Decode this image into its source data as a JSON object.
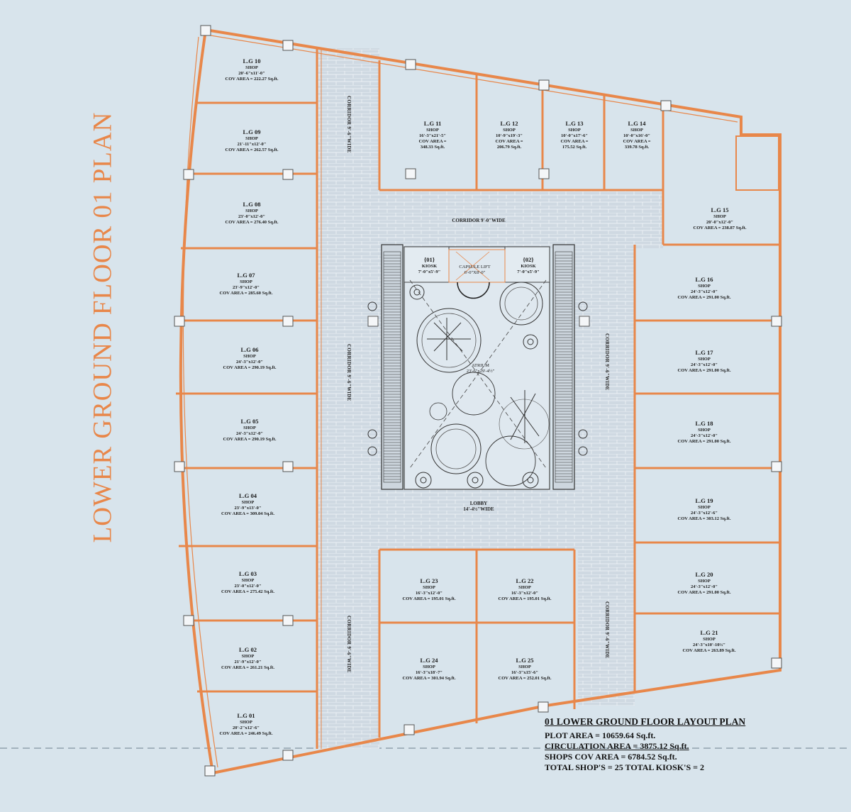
{
  "side_title": "LOWER GROUND FLOOR 01 PLAN",
  "colors": {
    "background": "#d8e4ec",
    "wall": "#e8874a",
    "corridor": "#cfd9e2",
    "brick_line": "#ffffff",
    "text": "#1a1a1a"
  },
  "shops": [
    {
      "name": "L.G 10",
      "type": "SHOP",
      "size": "20'-6\"x11'-0\"",
      "area": "COV AREA = 222.27 Sq.ft."
    },
    {
      "name": "L.G 09",
      "type": "SHOP",
      "size": "21'-11\"x12'-0\"",
      "area": "COV AREA = 262.57 Sq.ft."
    },
    {
      "name": "L.G 08",
      "type": "SHOP",
      "size": "23'-0\"x12'-0\"",
      "area": "COV AREA = 276.40 Sq.ft."
    },
    {
      "name": "L.G 07",
      "type": "SHOP",
      "size": "23'-9\"x12'-0\"",
      "area": "COV AREA = 285.60 Sq.ft."
    },
    {
      "name": "L.G 06",
      "type": "SHOP",
      "size": "24'-3\"x12'-0\"",
      "area": "COV AREA = 290.19 Sq.ft."
    },
    {
      "name": "L.G 05",
      "type": "SHOP",
      "size": "24'-3\"x12'-0\"",
      "area": "COV AREA = 290.19 Sq.ft."
    },
    {
      "name": "L.G 04",
      "type": "SHOP",
      "size": "23'-9\"x13'-0\"",
      "area": "COV AREA = 309.04 Sq.ft."
    },
    {
      "name": "L.G 03",
      "type": "SHOP",
      "size": "23'-0\"x12'-0\"",
      "area": "COV AREA = 275.42 Sq.ft."
    },
    {
      "name": "L.G 02",
      "type": "SHOP",
      "size": "21'-9\"x12'-0\"",
      "area": "COV AREA = 261.21 Sq.ft."
    },
    {
      "name": "L.G 01",
      "type": "SHOP",
      "size": "20'-2\"x12'-6\"",
      "area": "COV AREA = 246.49 Sq.ft."
    },
    {
      "name": "L.G 11",
      "type": "SHOP",
      "size": "16'-3\"x21'-5\"",
      "area": "COV AREA =",
      "area2": "348.33 Sq.ft."
    },
    {
      "name": "L.G 12",
      "type": "SHOP",
      "size": "10'-9\"x19'-3\"",
      "area": "COV AREA =",
      "area2": "206.79 Sq.ft."
    },
    {
      "name": "L.G 13",
      "type": "SHOP",
      "size": "10'-0\"x17'-6\"",
      "area": "COV AREA =",
      "area2": "175.52 Sq.ft."
    },
    {
      "name": "L.G 14",
      "type": "SHOP",
      "size": "10'-0\"x16'-0\"",
      "area": "COV AREA =",
      "area2": "339.78 Sq.ft."
    },
    {
      "name": "L.G 15",
      "type": "SHOP",
      "size": "20'-0\"x12'-0\"",
      "area": "COV AREA = 238.87 Sq.ft."
    },
    {
      "name": "L.G 16",
      "type": "SHOP",
      "size": "24'-3\"x12'-0\"",
      "area": "COV AREA = 291.00 Sq.ft."
    },
    {
      "name": "L.G 17",
      "type": "SHOP",
      "size": "24'-3\"x12'-0\"",
      "area": "COV AREA = 291.00 Sq.ft."
    },
    {
      "name": "L.G 18",
      "type": "SHOP",
      "size": "24'-3\"x12'-0\"",
      "area": "COV AREA = 291.00 Sq.ft."
    },
    {
      "name": "L.G 19",
      "type": "SHOP",
      "size": "24'-3\"x12'-6\"",
      "area": "COV AREA = 303.12 Sq.ft."
    },
    {
      "name": "L.G 20",
      "type": "SHOP",
      "size": "24'-3\"x12'-0\"",
      "area": "COV AREA = 291.00 Sq.ft."
    },
    {
      "name": "L.G 21",
      "type": "SHOP",
      "size": "24'-3\"x10'-10½\"",
      "area": "COV AREA = 263.89 Sq.ft."
    },
    {
      "name": "L.G 23",
      "type": "SHOP",
      "size": "16'-3\"x12'-0\"",
      "area": "COV AREA = 195.01 Sq.ft."
    },
    {
      "name": "L.G 22",
      "type": "SHOP",
      "size": "16'-3\"x12'-0\"",
      "area": "COV AREA = 195.01 Sq.ft."
    },
    {
      "name": "L.G 24",
      "type": "SHOP",
      "size": "16'-3\"x18'-7\"",
      "area": "COV AREA = 301.94 Sq.ft."
    },
    {
      "name": "L.G 25",
      "type": "SHOP",
      "size": "16'-3\"x15'-6\"",
      "area": "COV AREA = 252.01 Sq.ft."
    }
  ],
  "kiosks": [
    {
      "name": "{01}",
      "type": "KIOSK",
      "size": "7'-0\"x5'-9\""
    },
    {
      "name": "{02}",
      "type": "KIOSK",
      "size": "7'-0\"x5'-9\""
    }
  ],
  "lift": {
    "name": "CAPSULE LIFT",
    "size": "6'-0\"X8'-0\""
  },
  "atrium": {
    "name": "ATRIUM",
    "size": "23'-6\"x29'-4½\""
  },
  "corridors": {
    "left_upper": "CORRIDOR 9'-6\"WIDE",
    "left_mid": "CORRIDOR 9'-6\"WIDE",
    "left_lower": "CORRIDOR 9'-6\"WIDE",
    "top": "CORRIDOR 9'-0\"WIDE",
    "right_mid": "CORRIDOR 9'-6\"WIDE",
    "right_lower": "CORRIDOR 9'-6\"WIDE",
    "lobby": "LOBBY",
    "lobby_width": "14'-4½\"WIDE"
  },
  "summary": {
    "title": "01 LOWER GROUND FLOOR LAYOUT PLAN",
    "plot_area": "PLOT AREA = 10659.64 Sq.ft.",
    "circulation_label": "CIRCULATION AREA = ",
    "circulation_value": "3875.12",
    "circulation_unit": " Sq.ft.",
    "shops_area": "SHOPS COV AREA = 6784.52 Sq.ft.",
    "totals": "TOTAL SHOP'S = 25 TOTAL KIOSK'S = 2"
  }
}
